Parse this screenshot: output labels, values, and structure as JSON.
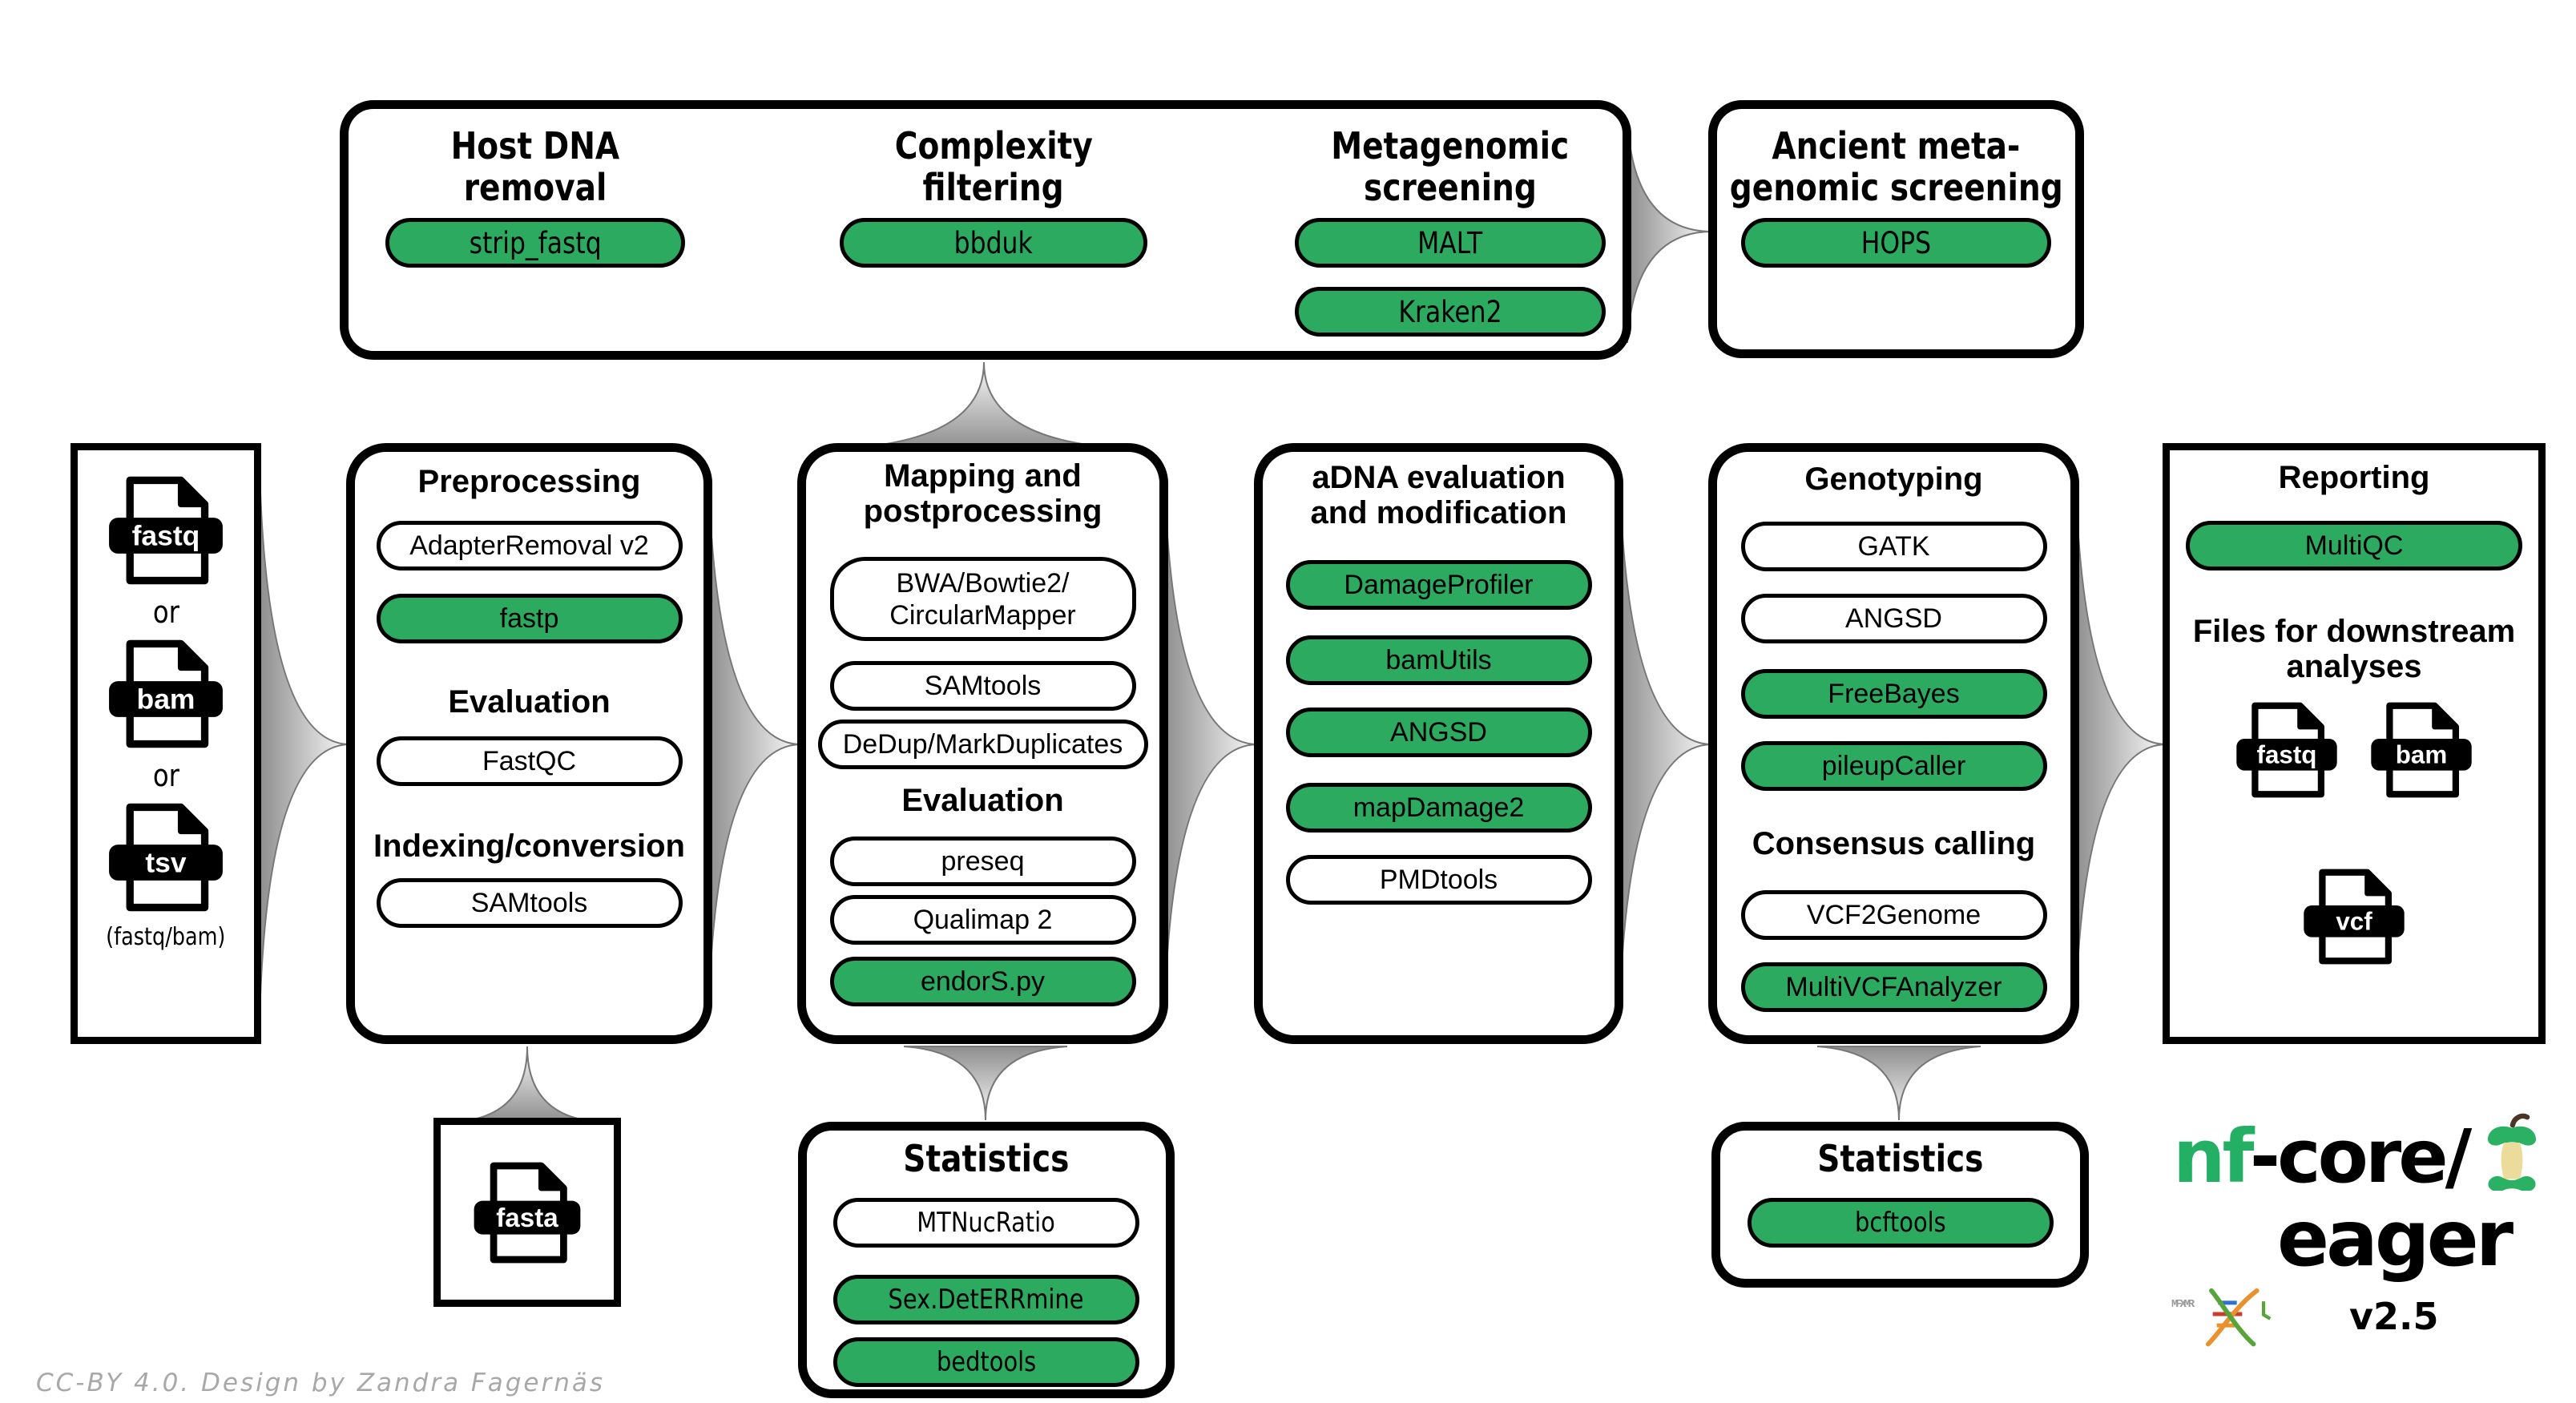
{
  "colors": {
    "pill_green": "#2cab60",
    "logo_green": "#24B064",
    "arrow_dark": "#909090",
    "arrow_light": "#fbfbfb"
  },
  "screening": {
    "host": {
      "t1": "Host DNA",
      "t2": "removal",
      "p1": "strip_fastq"
    },
    "complexity": {
      "t1": "Complexity",
      "t2": "filtering",
      "p1": "bbduk"
    },
    "metagenomic": {
      "t1": "Metagenomic",
      "t2": "screening",
      "p1": "MALT",
      "p2": "Kraken2"
    }
  },
  "ancient": {
    "t1": "Ancient meta-",
    "t2": "genomic screening",
    "p1": "HOPS"
  },
  "input": {
    "f1": "fastq",
    "or1": "or",
    "f2": "bam",
    "or2": "or",
    "f3": "tsv",
    "caption": "(fastq/bam)"
  },
  "preprocessing": {
    "title": "Preprocessing",
    "p1": "AdapterRemoval v2",
    "p2": "fastp",
    "h2": "Evaluation",
    "p3": "FastQC",
    "h3": "Indexing/conversion",
    "p4": "SAMtools"
  },
  "mapping": {
    "t1": "Mapping and",
    "t2": "postprocessing",
    "p1a": "BWA/Bowtie2/",
    "p1b": "CircularMapper",
    "p2": "SAMtools",
    "p3": "DeDup/MarkDuplicates",
    "h2": "Evaluation",
    "p4": "preseq",
    "p5": "Qualimap 2",
    "p6": "endorS.py"
  },
  "adna": {
    "t1": "aDNA evaluation",
    "t2": "and modification",
    "p1": "DamageProfiler",
    "p2": "bamUtils",
    "p3": "ANGSD",
    "p4": "mapDamage2",
    "p5": "PMDtools"
  },
  "genotyping": {
    "title": "Genotyping",
    "p1": "GATK",
    "p2": "ANGSD",
    "p3": "FreeBayes",
    "p4": "pileupCaller",
    "h2": "Consensus calling",
    "p5": "VCF2Genome",
    "p6": "MultiVCFAnalyzer"
  },
  "reporting": {
    "title": "Reporting",
    "p1": "MultiQC",
    "h2a": "Files for downstream",
    "h2b": "analyses",
    "f1": "fastq",
    "f2": "bam",
    "f3": "vcf"
  },
  "stats1": {
    "title": "Statistics",
    "p1": "MTNucRatio",
    "p2": "Sex.DetERRmine",
    "p3": "bedtools"
  },
  "stats2": {
    "title": "Statistics",
    "p1": "bcftools"
  },
  "fasta": {
    "f1": "fasta"
  },
  "logo": {
    "nf": "nf",
    "core": "-core/",
    "eager": "eager",
    "version": "v2.5",
    "runes": "MFXMR"
  },
  "credit": "CC-BY 4.0. Design by Zandra Fagernäs"
}
